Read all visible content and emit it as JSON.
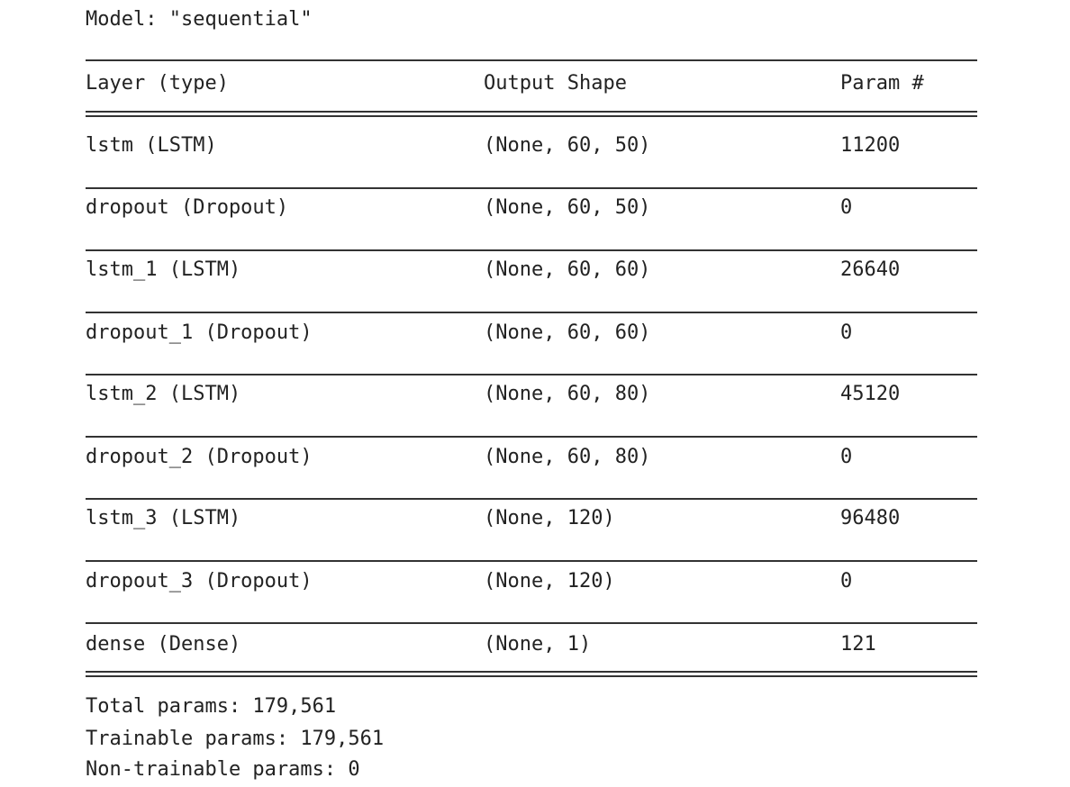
{
  "model_title": "Model: \"sequential\"",
  "header": {
    "layer": "Layer (type)",
    "output_shape": "Output Shape",
    "params": "Param #"
  },
  "layers": [
    {
      "name": "lstm (LSTM)",
      "shape": "(None, 60, 50)",
      "params": "11200"
    },
    {
      "name": "dropout (Dropout)",
      "shape": "(None, 60, 50)",
      "params": "0"
    },
    {
      "name": "lstm_1 (LSTM)",
      "shape": "(None, 60, 60)",
      "params": "26640"
    },
    {
      "name": "dropout_1 (Dropout)",
      "shape": "(None, 60, 60)",
      "params": "0"
    },
    {
      "name": "lstm_2 (LSTM)",
      "shape": "(None, 60, 80)",
      "params": "45120"
    },
    {
      "name": "dropout_2 (Dropout)",
      "shape": "(None, 60, 80)",
      "params": "0"
    },
    {
      "name": "lstm_3 (LSTM)",
      "shape": "(None, 120)",
      "params": "96480"
    },
    {
      "name": "dropout_3 (Dropout)",
      "shape": "(None, 120)",
      "params": "0"
    },
    {
      "name": "dense (Dense)",
      "shape": "(None, 1)",
      "params": "121"
    }
  ],
  "totals": {
    "total": "Total params: 179,561",
    "trainable": "Trainable params: 179,561",
    "non_trainable": "Non-trainable params: 0"
  }
}
